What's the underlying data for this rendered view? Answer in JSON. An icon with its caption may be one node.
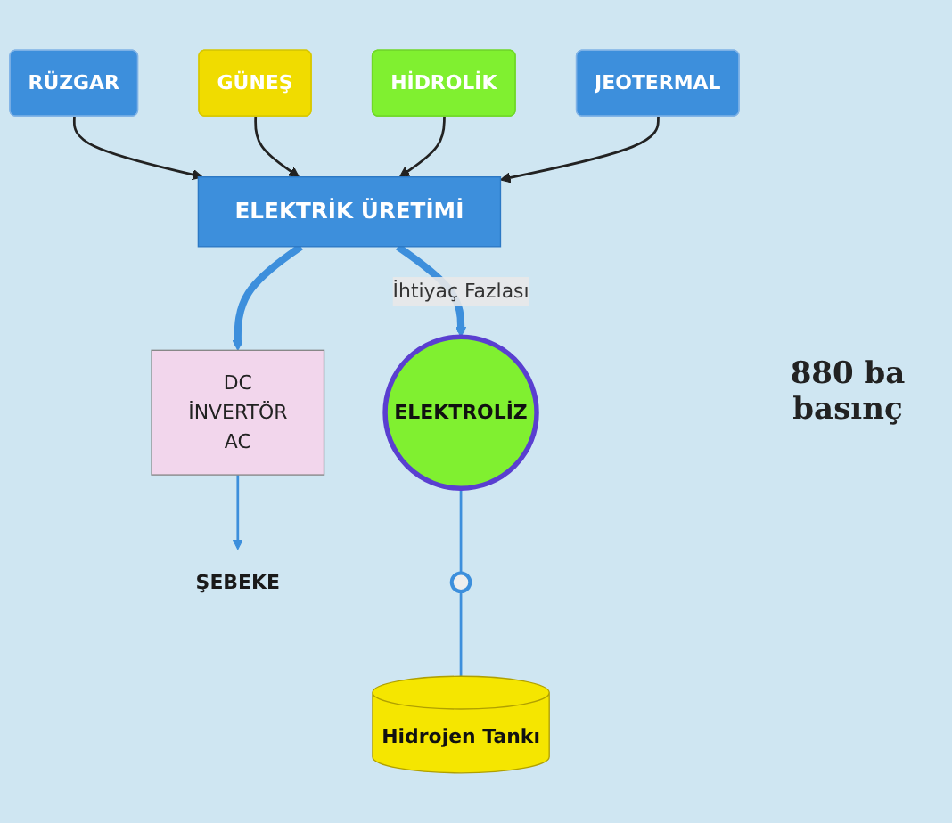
{
  "diagram": {
    "nodes": [
      {
        "text": [
          "RÜZGAR"
        ]
      },
      {
        "text": [
          "GÜNEŞ"
        ]
      },
      {
        "text": [
          "HİDROLİK"
        ]
      },
      {
        "text": [
          "JEOTERMAL"
        ]
      },
      {
        "text": [
          "ELEKTRİK ÜRETİMİ"
        ]
      },
      {
        "text": [
          "ELEKTROLİZ"
        ]
      },
      {
        "text": [
          "DC",
          "İNVERTÖR",
          "AC"
        ]
      },
      {
        "text": [
          "ŞEBEKE"
        ]
      },
      {
        "text": [],
        "shape": "circle"
      },
      {
        "text": [
          "Hidrojen Tankı"
        ]
      }
    ],
    "edges": [
      {
        "from": 0,
        "to": 4,
        "arrow": "to",
        "color": "#222222"
      },
      {
        "from": 1,
        "to": 4,
        "arrow": "to",
        "color": "#222222"
      },
      {
        "from": 2,
        "to": 4,
        "arrow": "to",
        "color": "#222222"
      },
      {
        "from": 3,
        "to": 4,
        "arrow": "to",
        "color": "#222222"
      },
      {
        "from": 4,
        "to": 6,
        "arrow": "to",
        "style": "thick"
      },
      {
        "from": 4,
        "to": 5,
        "arrow": "to",
        "label": "İhtiyaç Fazlası",
        "style": "thick"
      },
      {
        "from": 6,
        "to": 7,
        "arrow": "to"
      },
      {
        "from": 5,
        "to": 8,
        "arrow": "none"
      },
      {
        "from": 8,
        "to": 9,
        "arrow": "none"
      }
    ],
    "labels": [
      "880 ba basınç"
    ]
  }
}
